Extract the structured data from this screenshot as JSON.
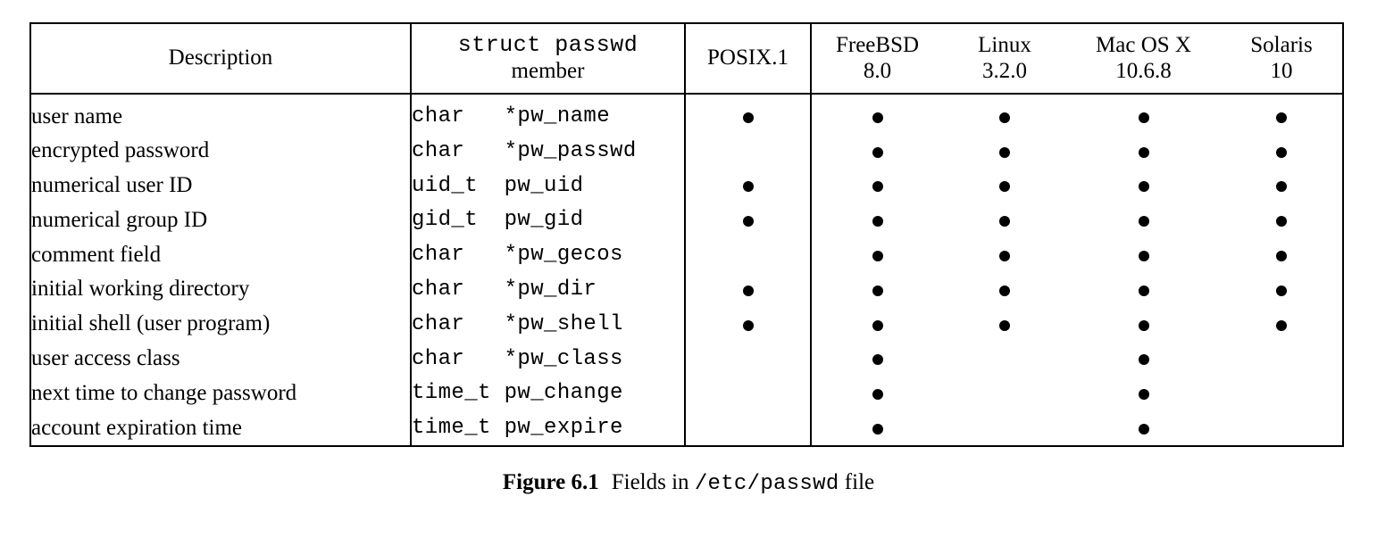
{
  "figure": {
    "caption_label": "Figure 6.1",
    "caption_text_before": "Fields in",
    "caption_mono": "/etc/passwd",
    "caption_text_after": "file"
  },
  "table": {
    "columns": [
      {
        "key": "description",
        "line1": "Description",
        "line2": "",
        "mono_line1": false
      },
      {
        "key": "member",
        "line1": "struct passwd",
        "line2": "member",
        "mono_line1": true
      },
      {
        "key": "posix",
        "line1": "POSIX.1",
        "line2": "",
        "mono_line1": false
      },
      {
        "key": "freebsd",
        "line1": "FreeBSD",
        "line2": "8.0",
        "mono_line1": false
      },
      {
        "key": "linux",
        "line1": "Linux",
        "line2": "3.2.0",
        "mono_line1": false
      },
      {
        "key": "macosx",
        "line1": "Mac OS X",
        "line2": "10.6.8",
        "mono_line1": false
      },
      {
        "key": "solaris",
        "line1": "Solaris",
        "line2": "10",
        "mono_line1": false
      }
    ],
    "rows": [
      {
        "description": "user name",
        "member": "char   *pw_name",
        "posix": true,
        "freebsd": true,
        "linux": true,
        "macosx": true,
        "solaris": true
      },
      {
        "description": "encrypted password",
        "member": "char   *pw_passwd",
        "posix": false,
        "freebsd": true,
        "linux": true,
        "macosx": true,
        "solaris": true
      },
      {
        "description": "numerical user ID",
        "member": "uid_t  pw_uid",
        "posix": true,
        "freebsd": true,
        "linux": true,
        "macosx": true,
        "solaris": true
      },
      {
        "description": "numerical group ID",
        "member": "gid_t  pw_gid",
        "posix": true,
        "freebsd": true,
        "linux": true,
        "macosx": true,
        "solaris": true
      },
      {
        "description": "comment field",
        "member": "char   *pw_gecos",
        "posix": false,
        "freebsd": true,
        "linux": true,
        "macosx": true,
        "solaris": true
      },
      {
        "description": "initial working directory",
        "member": "char   *pw_dir",
        "posix": true,
        "freebsd": true,
        "linux": true,
        "macosx": true,
        "solaris": true
      },
      {
        "description": "initial shell (user program)",
        "member": "char   *pw_shell",
        "posix": true,
        "freebsd": true,
        "linux": true,
        "macosx": true,
        "solaris": true
      },
      {
        "description": "user access class",
        "member": "char   *pw_class",
        "posix": false,
        "freebsd": true,
        "linux": false,
        "macosx": true,
        "solaris": false
      },
      {
        "description": "next time to change password",
        "member": "time_t pw_change",
        "posix": false,
        "freebsd": true,
        "linux": false,
        "macosx": true,
        "solaris": false
      },
      {
        "description": "account expiration time",
        "member": "time_t pw_expire",
        "posix": false,
        "freebsd": true,
        "linux": false,
        "macosx": true,
        "solaris": false
      }
    ]
  }
}
